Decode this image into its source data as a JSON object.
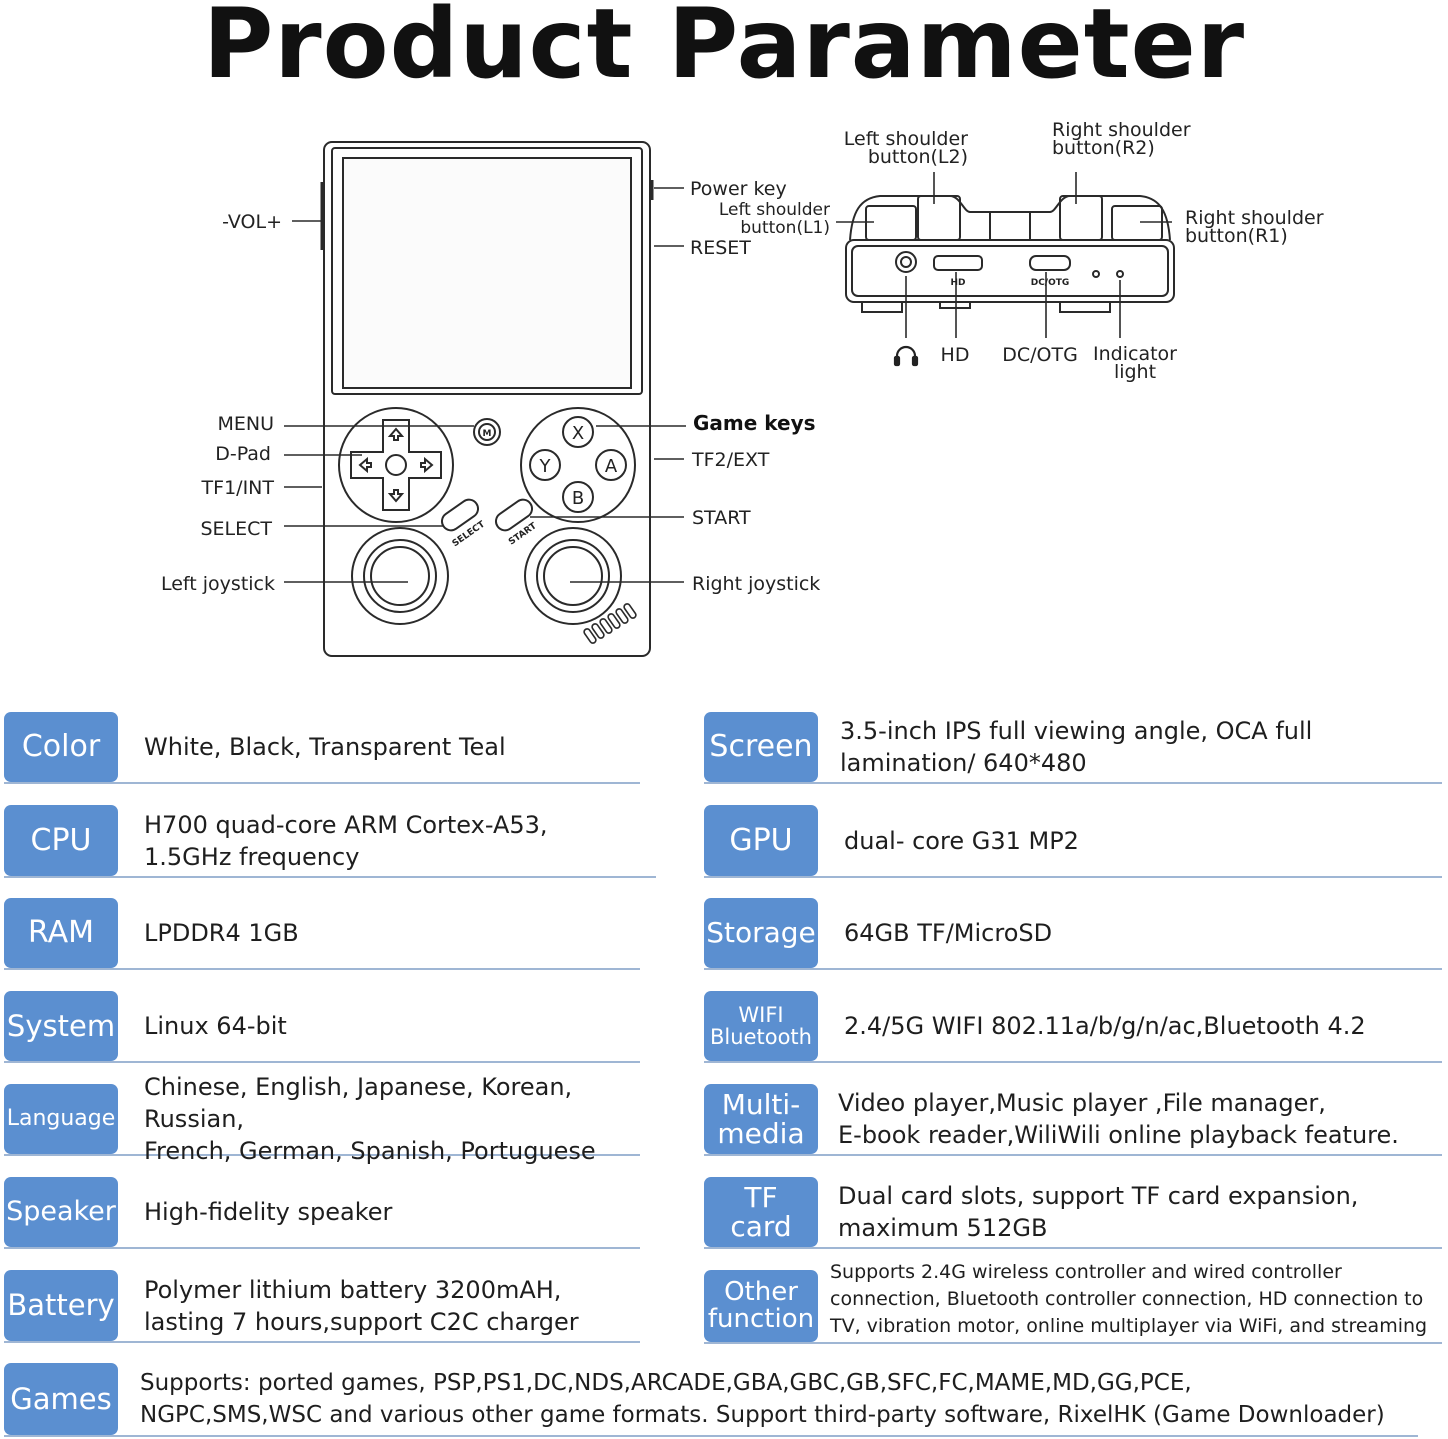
{
  "title": "Product Parameter",
  "diagram": {
    "labels": {
      "vol": "-VOL+",
      "power_key": "Power key",
      "reset": "RESET",
      "left_shoulder_l1": "Left shoulder\nbutton(L1)",
      "left_shoulder_l2": "Left shoulder\nbutton(L2)",
      "right_shoulder_r2": "Right shoulder\nbutton(R2)",
      "right_shoulder_r1": "Right shoulder\nbutton(R1)",
      "hd": "HD",
      "dc_otg": "DC/OTG",
      "indicator_light": "Indicator\nlight",
      "menu": "MENU",
      "d_pad": "D-Pad",
      "tf1_int": "TF1/INT",
      "select": "SELECT",
      "left_joystick": "Left joystick",
      "game_keys": "Game keys",
      "tf2_ext": "TF2/EXT",
      "start": "START",
      "right_joystick": "Right joystick"
    },
    "device_marks": {
      "m": "M",
      "x": "X",
      "y": "Y",
      "a": "A",
      "b": "B",
      "select_small": "SELECT",
      "start_small": "START",
      "hd_port": "HD",
      "dcotg_port": "DC/OTG"
    },
    "headphone_icon": "headphone-icon"
  },
  "specs": {
    "color": {
      "label": "Color",
      "value": "White, Black, Transparent Teal"
    },
    "screen": {
      "label": "Screen",
      "value": "3.5-inch IPS full viewing angle, OCA full\nlamination/ 640*480"
    },
    "cpu": {
      "label": "CPU",
      "value": "H700 quad-core ARM Cortex-A53,\n1.5GHz frequency"
    },
    "gpu": {
      "label": "GPU",
      "value": "dual- core G31 MP2"
    },
    "ram": {
      "label": "RAM",
      "value": "LPDDR4  1GB"
    },
    "storage": {
      "label": "Storage",
      "value": "64GB TF/MicroSD"
    },
    "system": {
      "label": "System",
      "value": "Linux 64-bit"
    },
    "wifi": {
      "label": "WIFI\nBluetooth",
      "value": "2.4/5G WIFI 802.11a/b/g/n/ac,Bluetooth 4.2"
    },
    "language": {
      "label": "Language",
      "value": "Chinese, English, Japanese, Korean, Russian,\nFrench, German, Spanish, Portuguese"
    },
    "multimedia": {
      "label": "Multi-\nmedia",
      "value": "Video  player,Music player ,File manager,\nE-book reader,WiliWili online playback feature."
    },
    "speaker": {
      "label": "Speaker",
      "value": "High-fidelity speaker"
    },
    "tfcard": {
      "label": "TF\ncard",
      "value": "Dual card slots, support TF card expansion,\nmaximum 512GB"
    },
    "battery": {
      "label": "Battery",
      "value": "Polymer lithium battery 3200mAH,\nlasting 7  hours,support C2C charger"
    },
    "other": {
      "label": "Other\nfunction",
      "value": "Supports 2.4G wireless controller and wired controller\nconnection, Bluetooth controller connection, HD connection to\nTV, vibration motor, online multiplayer via WiFi, and streaming"
    },
    "games": {
      "label": "Games",
      "value": "Supports: ported games, PSP,PS1,DC,NDS,ARCADE,GBA,GBC,GB,SFC,FC,MAME,MD,GG,PCE,\nNGPC,SMS,WSC and various other game formats. Support third-party software, RixelHK (Game Downloader)"
    }
  },
  "colors": {
    "badge": "#5b8fd0",
    "underline": "#9fb6d4"
  }
}
